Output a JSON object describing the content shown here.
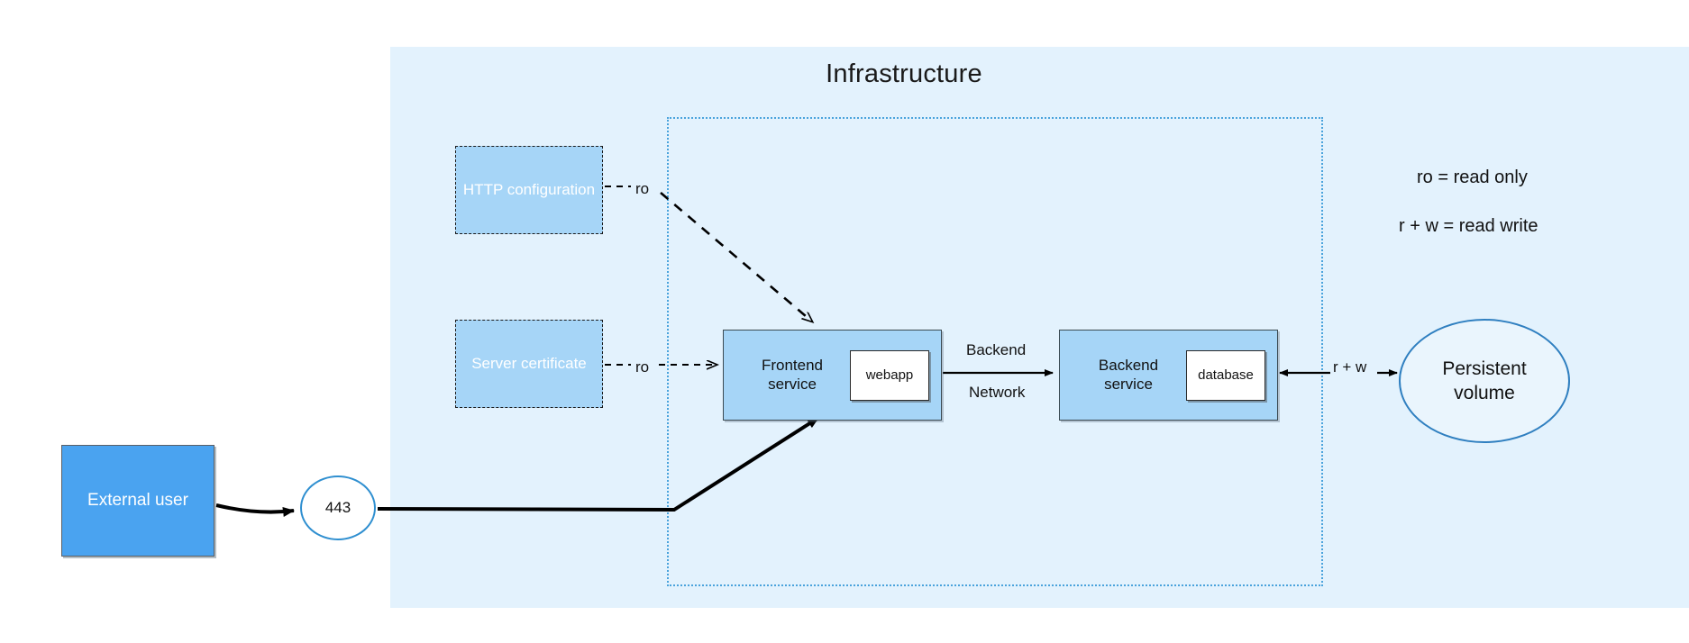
{
  "diagram": {
    "title": "Infrastructure",
    "regions": {
      "infrastructure_label": "Infrastructure"
    },
    "colors": {
      "infrastructure_background": "#e3f2fd",
      "network_boundary": "#4aa3dc",
      "service_fill": "#a6d5f7",
      "config_fill": "#a6d5f7",
      "external_user_fill": "#4aa3f0",
      "volume_stroke": "#2f7fc0",
      "port_stroke": "#2f8fd0",
      "container_fill": "#ffffff",
      "connector": "#000000"
    },
    "nodes": {
      "http_configuration": {
        "label": "HTTP configuration"
      },
      "server_certificate": {
        "label": "Server certificate"
      },
      "frontend_service": {
        "label": "Frontend\nservice",
        "label_line1": "Frontend",
        "label_line2": "service"
      },
      "frontend_container": {
        "label": "webapp"
      },
      "backend_service": {
        "label": "Backend\nservice",
        "label_line1": "Backend",
        "label_line2": "service"
      },
      "backend_container": {
        "label": "database"
      },
      "external_user": {
        "label": "External user"
      },
      "port": {
        "label": "443"
      },
      "persistent_volume": {
        "label_line1": "Persistent",
        "label_line2": "volume"
      }
    },
    "edges": [
      {
        "from": "http_configuration",
        "to": "frontend_service",
        "label": "ro",
        "style": "dashed",
        "arrow": "single"
      },
      {
        "from": "server_certificate",
        "to": "frontend_service",
        "label": "ro",
        "style": "dashed",
        "arrow": "single"
      },
      {
        "from": "frontend_service",
        "to": "backend_service",
        "label_line1": "Backend",
        "label_line2": "Network",
        "style": "solid",
        "arrow": "single"
      },
      {
        "from": "backend_service",
        "to": "persistent_volume",
        "label": "r + w",
        "style": "solid",
        "arrow": "double"
      },
      {
        "from": "external_user",
        "to": "port",
        "style": "solid",
        "arrow": "single"
      },
      {
        "from": "port",
        "to": "frontend_service",
        "style": "solid",
        "arrow": "single"
      }
    ],
    "edge_labels": {
      "ro_http": "ro",
      "ro_cert": "ro",
      "backend": "Backend",
      "network": "Network",
      "rw": "r + w"
    },
    "legend": {
      "line1": "ro = read only",
      "line2": "r + w = read write"
    }
  }
}
